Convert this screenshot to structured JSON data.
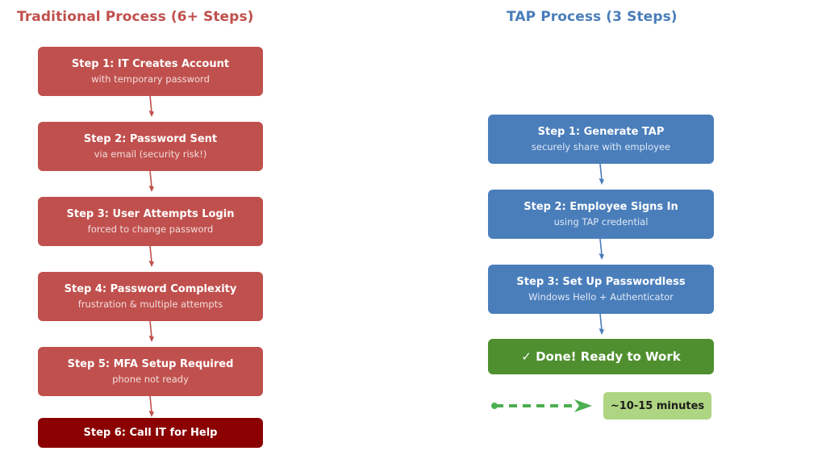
{
  "columns": {
    "left": {
      "title": "Traditional Process (6+ Steps)",
      "accent_color": "#c0504d",
      "steps": [
        {
          "title": "Step 1: IT Creates Account",
          "subtitle": "with temporary password",
          "color": "#c0504d"
        },
        {
          "title": "Step 2: Password Sent",
          "subtitle": "via email (security risk!)",
          "color": "#c0504d"
        },
        {
          "title": "Step 3: User Attempts Login",
          "subtitle": "forced to change password",
          "color": "#c0504d"
        },
        {
          "title": "Step 4: Password Complexity",
          "subtitle": "frustration & multiple attempts",
          "color": "#c0504d"
        },
        {
          "title": "Step 5: MFA Setup Required",
          "subtitle": "phone not ready",
          "color": "#c0504d"
        },
        {
          "title": "Step 6: Call IT for Help",
          "subtitle": "",
          "color": "#8b0000"
        }
      ]
    },
    "right": {
      "title": "TAP Process (3 Steps)",
      "accent_color": "#4a7ebb",
      "steps": [
        {
          "title": "Step 1: Generate TAP",
          "subtitle": "securely share with employee",
          "color": "#4a7ebb"
        },
        {
          "title": "Step 2: Employee Signs In",
          "subtitle": "using TAP credential",
          "color": "#4a7ebb"
        },
        {
          "title": "Step 3: Set Up Passwordless",
          "subtitle": "Windows Hello + Authenticator",
          "color": "#4a7ebb"
        }
      ],
      "outcome": {
        "check_glyph": "✓",
        "label": "Done! Ready to Work",
        "color": "#4f8f2f"
      },
      "timing": {
        "label": "~10-15 minutes",
        "badge_color": "#aed581",
        "arrow_color": "#4caf50"
      }
    }
  },
  "arrows": {
    "left_color": "#c0504d",
    "right_color": "#4a7ebb"
  }
}
